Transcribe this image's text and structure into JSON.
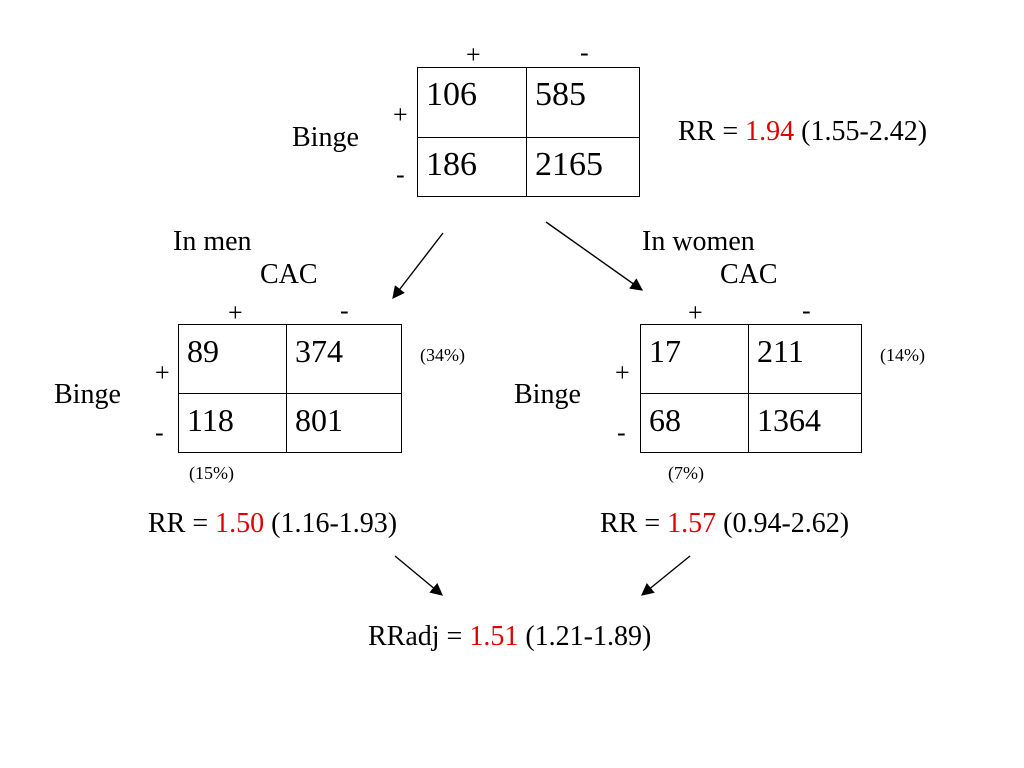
{
  "overall": {
    "col_plus": "+",
    "col_minus": "-",
    "row_label": "Binge",
    "row_plus": "+",
    "row_minus": "-",
    "cells": [
      [
        "106",
        "585"
      ],
      [
        "186",
        "2165"
      ]
    ],
    "rr_prefix": "RR = ",
    "rr_value": "1.94",
    "rr_ci": " (1.55-2.42)"
  },
  "men": {
    "group_label": "In men",
    "exposure_label": "CAC",
    "col_plus": "+",
    "col_minus": "-",
    "row_label": "Binge",
    "row_plus": "+",
    "row_minus": "-",
    "cells": [
      [
        "89",
        "374"
      ],
      [
        "118",
        "801"
      ]
    ],
    "pct_right": "(34%)",
    "pct_bottom": "(15%)",
    "rr_prefix": "RR = ",
    "rr_value": "1.50",
    "rr_ci": " (1.16-1.93)"
  },
  "women": {
    "group_label": "In women",
    "exposure_label": "CAC",
    "col_plus": "+",
    "col_minus": "-",
    "row_label": "Binge",
    "row_plus": "+",
    "row_minus": "-",
    "cells": [
      [
        "17",
        "211"
      ],
      [
        "68",
        "1364"
      ]
    ],
    "pct_right": "(14%)",
    "pct_bottom": "(7%)",
    "rr_prefix": "RR = ",
    "rr_value": "1.57",
    "rr_ci": " (0.94-2.62)"
  },
  "adjusted": {
    "rr_prefix": "RRadj = ",
    "rr_value": "1.51",
    "rr_ci": " (1.21-1.89)"
  },
  "colors": {
    "highlight": "#e00000",
    "text": "#000000",
    "background": "#ffffff"
  }
}
